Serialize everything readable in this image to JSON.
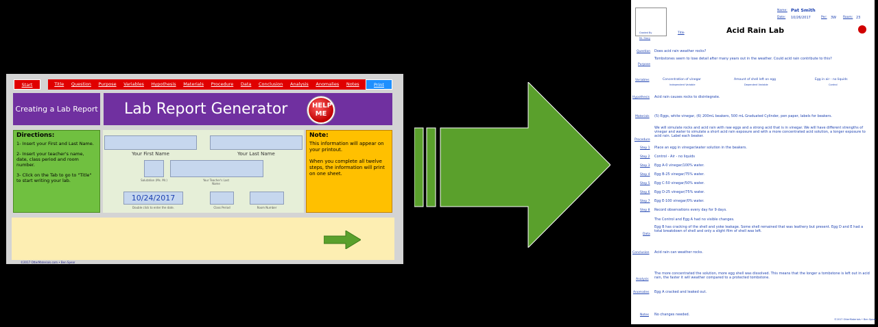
{
  "generator": {
    "nav": {
      "start": "Start",
      "tabs": [
        "Title",
        "Question",
        "Purpose",
        "Variables",
        "Hypothesis",
        "Materials",
        "Procedure",
        "Data",
        "Conclusion",
        "Analysis",
        "Anomalies",
        "Notes"
      ],
      "print": "Print"
    },
    "title_left": "Creating a Lab Report",
    "title_main": "Lab Report Generator",
    "help": "HELP ME",
    "directions": {
      "heading": "Directions:",
      "steps": [
        "1- Insert your First and Last Name.",
        "2- Insert your teacher's name, date, class period and room number.",
        "3- Click on the Tab to go to \"Title\" to start writing your lab."
      ]
    },
    "form": {
      "first_name_label": "Your First Name",
      "last_name_label": "Your Last Name",
      "salutation_label": "Salutation (Ms. Mr.)",
      "teacher_label": "Your Teacher's Last Name",
      "date_value": "10/24/2017",
      "date_hint": "Double click to enter the date.",
      "class_period_label": "Class Period",
      "room_label": "Room Number"
    },
    "note": {
      "heading": "Note:",
      "p1": "This information will appear on your printout.",
      "p2": "When you complete all twelve steps, the information will print on one sheet."
    },
    "footer": "©2017 OtterMaterials.com • Ben Spear"
  },
  "printout": {
    "name_label": "Name:",
    "name": "Pat Smith",
    "date_label": "Date:",
    "date": "10/26/2017",
    "per_label": "Per:",
    "per": "3W",
    "room_label": "Room:",
    "room": "23",
    "graded_by": "Graded By",
    "teacher": "Mr. Stacy",
    "title_label": "Title",
    "title": "Acid Rain Lab",
    "question_label": "Question",
    "question": "Does acid rain weather rocks?",
    "purpose_label": "Purpose",
    "purpose": "Tombstones seem to lose detail after many years out in the weather. Could acid rain contribute to this?",
    "variables_label": "Variables",
    "variables": [
      {
        "name": "Concentration of vinegar",
        "type": "Independent Variable"
      },
      {
        "name": "Amount of shell left on egg",
        "type": "Dependent Variable"
      },
      {
        "name": "Egg in air - no liquids",
        "type": "Control"
      }
    ],
    "hypothesis_label": "Hypothesis",
    "hypothesis": "Acid rain causes rocks to disintegrate.",
    "materials_label": "Materials",
    "materials": "(5) Eggs, white vinegar, (6) 200mL beakers, 500 mL Graduated Cylinder, pen paper, labels for beakers.",
    "procedure_label": "Procedure",
    "procedure": "We will simulate rocks and acid rain with raw eggs and a strong acid that is in vinegar. We will have different strengths of vinegar and water to simulate a short acid rain exposure and with a more concentrated acid solution, a longer exposure to acid rain. Label each beaker.",
    "steps": [
      {
        "label": "Step 1",
        "text": "Place an egg in vinegar/water solution in the beakers."
      },
      {
        "label": "Step 2",
        "text": "Control - Air - no liquids"
      },
      {
        "label": "Step 3",
        "text": "Egg A-0 vinegar/100% water."
      },
      {
        "label": "Step 4",
        "text": "Egg B-25 vinegar/75% water."
      },
      {
        "label": "Step 5",
        "text": "Egg C-50 vinegar/50% water."
      },
      {
        "label": "Step 6",
        "text": "Egg D-25 vinegar/75% water."
      },
      {
        "label": "Step 7",
        "text": "Egg E-100 vinegar/0% water."
      },
      {
        "label": "Step 8",
        "text": "Record observations every day for 9 days."
      }
    ],
    "data_label": "Data",
    "data_1": "The Control and Egg A had no visible changes.",
    "data_2": "Egg B has cracking of the shell and yoke leakage. Some shell remained that was leathery but present. Egg D and E had a total breakdown of shell and only a slight film of shell was left.",
    "conclusion_label": "Conclusion",
    "conclusion": "Acid rain can weather rocks.",
    "analysis_label": "Analysis",
    "analysis": "The more concentrated the solution, more egg shell was dissolved. This means that the longer a tombstone is left out in acid rain, the faster it will weather compared to a protected tombstone.",
    "anomalies_label": "Anomalies",
    "anomalies": "Egg A cracked and leaked out.",
    "notes_label": "Notes",
    "notes": "No changes needed.",
    "footer": "©2017 OtterMaterials • Ben Spear"
  },
  "colors": {
    "nav_red": "#e00000",
    "title_purple": "#7030a0",
    "directions_green": "#70c040",
    "note_yellow": "#ffc000",
    "arrow_green": "#5aa02c",
    "print_blue": "#1e90ff"
  }
}
